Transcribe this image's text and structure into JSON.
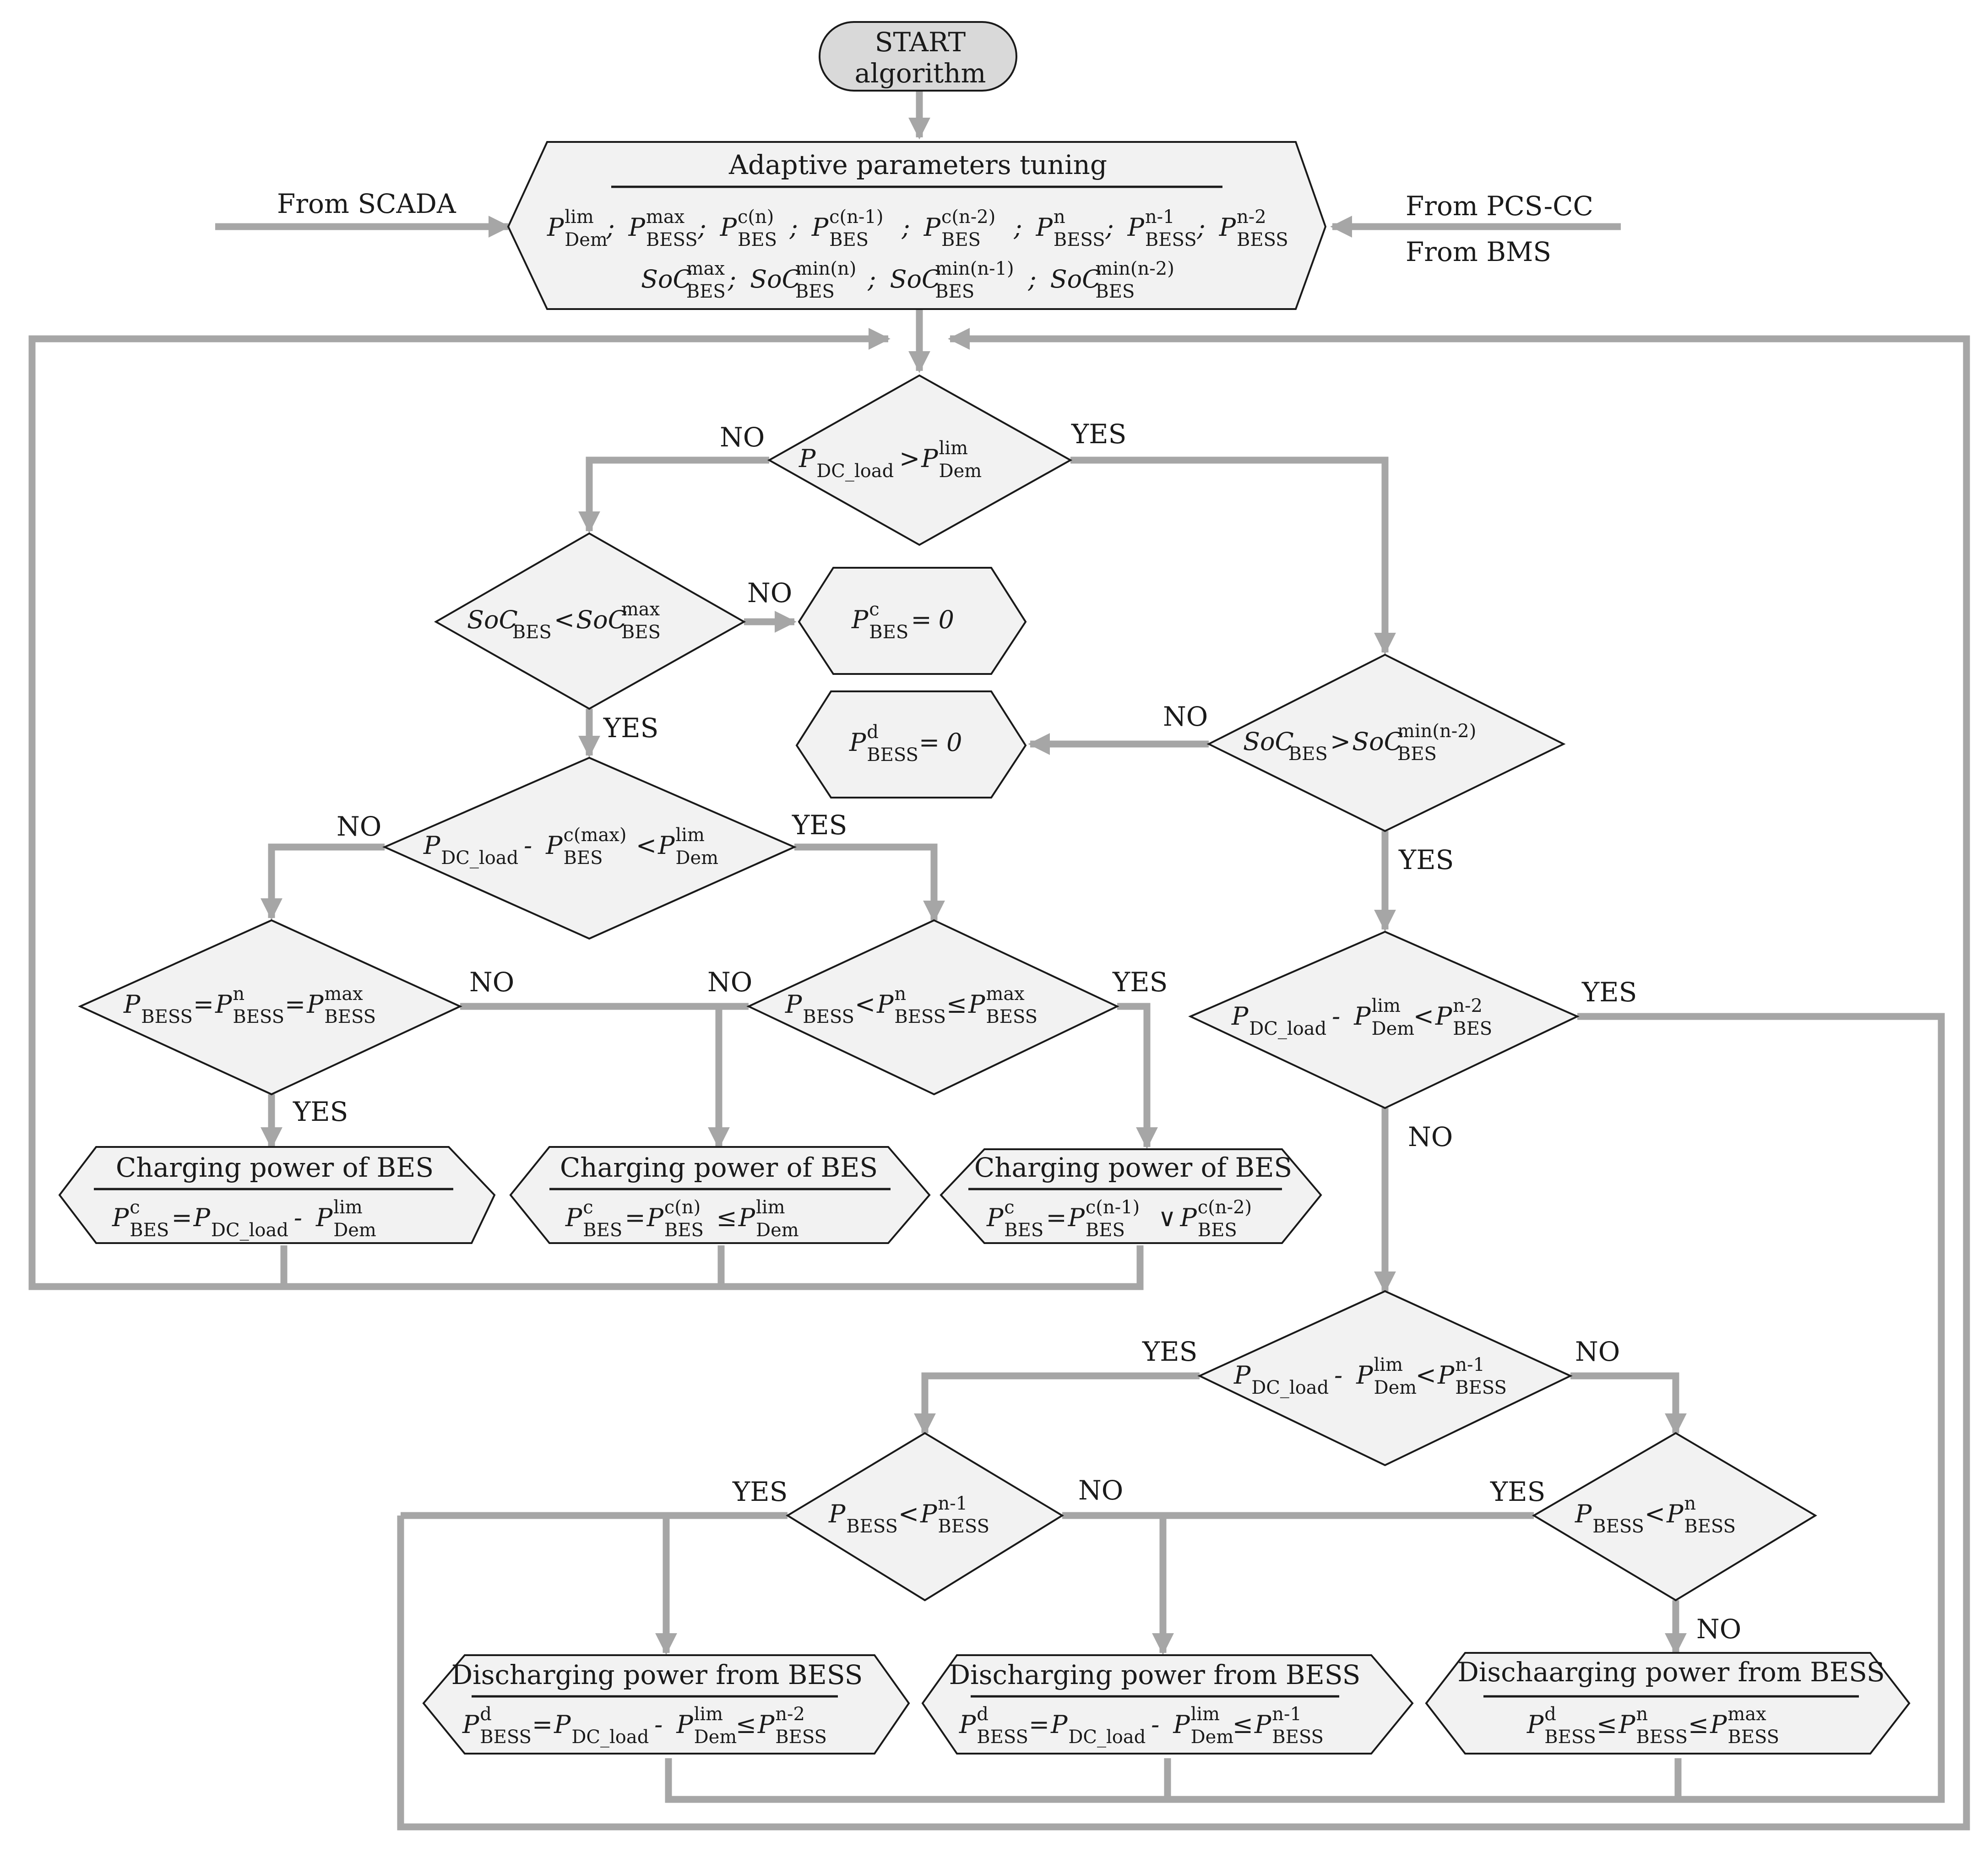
{
  "start": {
    "line1": "START",
    "line2": "algorithm"
  },
  "tuning": {
    "title": "Adaptive parameters tuning",
    "row1": [
      {
        "v": "P",
        "sup": "lim",
        "sub": "Dem"
      },
      {
        "v": "P",
        "sup": "max",
        "sub": "BESS"
      },
      {
        "v": "P",
        "sup": "c(n)",
        "sub": "BES"
      },
      {
        "v": "P",
        "sup": "c(n-1)",
        "sub": "BES"
      },
      {
        "v": "P",
        "sup": "c(n-2)",
        "sub": "BES"
      },
      {
        "v": "P",
        "sup": "n",
        "sub": "BESS"
      },
      {
        "v": "P",
        "sup": "n-1",
        "sub": "BESS"
      },
      {
        "v": "P",
        "sup": "n-2",
        "sub": "BESS"
      }
    ],
    "row2": [
      {
        "v": "SoC",
        "sup": "max",
        "sub": "BES"
      },
      {
        "v": "SoC",
        "sup": "min(n)",
        "sub": "BES"
      },
      {
        "v": "SoC",
        "sup": "min(n-1)",
        "sub": "BES"
      },
      {
        "v": "SoC",
        "sup": "min(n-2)",
        "sub": "BES"
      }
    ],
    "separator": ";"
  },
  "sources": {
    "left": "From SCADA",
    "right1": "From PCS-CC",
    "right2": "From BMS"
  },
  "labels": {
    "yes": "YES",
    "no": "NO"
  },
  "sym": {
    "P": "P",
    "SoC": "SoC",
    "eq": "=",
    "gt": ">",
    "lt": "<",
    "le": "≤",
    "minus": "-",
    "or": "∨",
    "zero": "0"
  },
  "sub": {
    "dcload": "DC_load",
    "dem": "Dem",
    "bes": "BES",
    "bess": "BESS"
  },
  "sup": {
    "lim": "lim",
    "max": "max",
    "cmax": "c(max)",
    "c": "c",
    "d": "d",
    "n": "n",
    "n1": "n-1",
    "n2": "n-2",
    "cn": "c(n)",
    "cn1": "c(n-1)",
    "cn2": "c(n-2)",
    "minn2": "min(n-2)"
  },
  "boxes": {
    "charging_title": "Charging power of BES",
    "discharging_title": "Discharging power from BESS",
    "discharging_title_alt": "Dischaarging power from BESS"
  }
}
